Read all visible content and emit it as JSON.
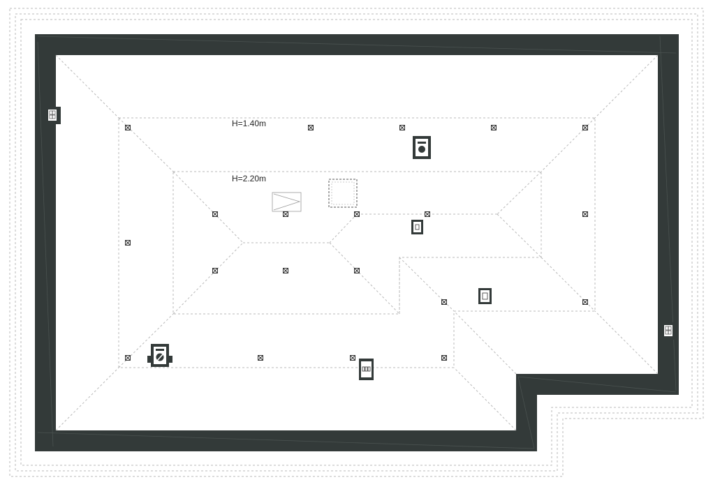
{
  "labels": {
    "height_outer": "H=1.40m",
    "height_inner": "H=2.20m"
  },
  "colors": {
    "wall": "#333a39",
    "dashed_line": "#b8b8b8",
    "marker": "#333333",
    "background": "#ffffff"
  },
  "icons": {
    "column_marker": "boxed-x",
    "chimney": "chimney-vent-icon",
    "skylight": "roof-window-icon",
    "ventilation": "ventilation-duct-icon",
    "hatch": "attic-hatch-icon",
    "stairs": "stair-arrow-icon"
  }
}
